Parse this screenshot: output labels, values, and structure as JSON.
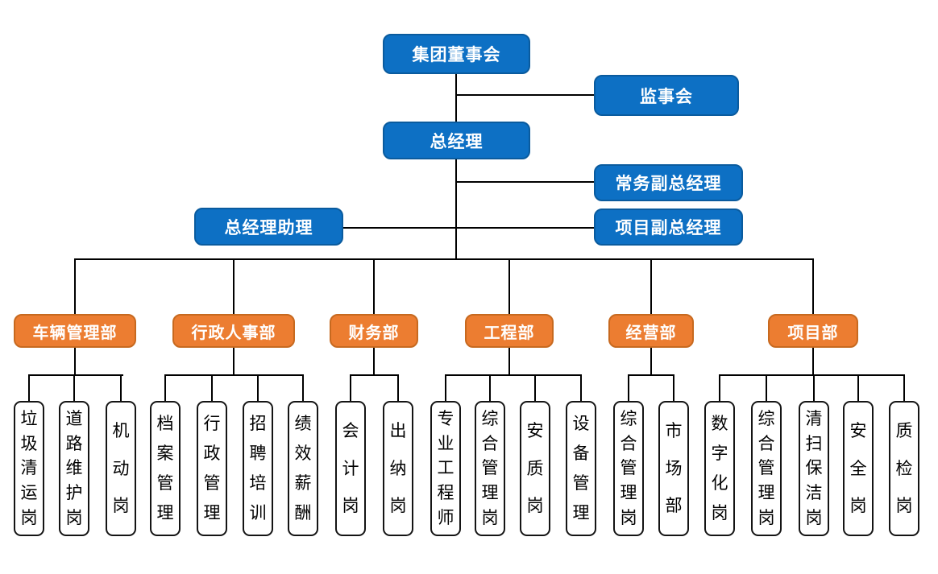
{
  "diagram": {
    "type": "org-chart",
    "executives": {
      "board": "集团董事会",
      "supervisory": "监事会",
      "general_manager": "总经理",
      "executive_deputy_gm": "常务副总经理",
      "gm_assistant": "总经理助理",
      "project_deputy_gm": "项目副总经理"
    },
    "departments": [
      {
        "label": "车辆管理部",
        "posts": [
          "垃圾清运岗",
          "道路维护岗",
          "机动岗"
        ]
      },
      {
        "label": "行政人事部",
        "posts": [
          "档案管理",
          "行政管理",
          "招聘培训",
          "绩效薪酬"
        ]
      },
      {
        "label": "财务部",
        "posts": [
          "会计岗",
          "出纳岗"
        ]
      },
      {
        "label": "工程部",
        "posts": [
          "专业工程师",
          "综合管理岗",
          "安质岗",
          "设备管理"
        ]
      },
      {
        "label": "经营部",
        "posts": [
          "综合管理岗",
          "市场部"
        ]
      },
      {
        "label": "项目部",
        "posts": [
          "数字化岗",
          "综合管理岗",
          "清扫保洁岗",
          "安全岗",
          "质检岗"
        ]
      }
    ],
    "colors": {
      "executive_box": "#0D70C4",
      "executive_border": "#0A5B9E",
      "department_box": "#EC7D31",
      "department_border": "#C7691F",
      "post_border": "#141414",
      "connector": "#000000",
      "box_text": "#FFFFFF",
      "post_text": "#000000"
    }
  }
}
